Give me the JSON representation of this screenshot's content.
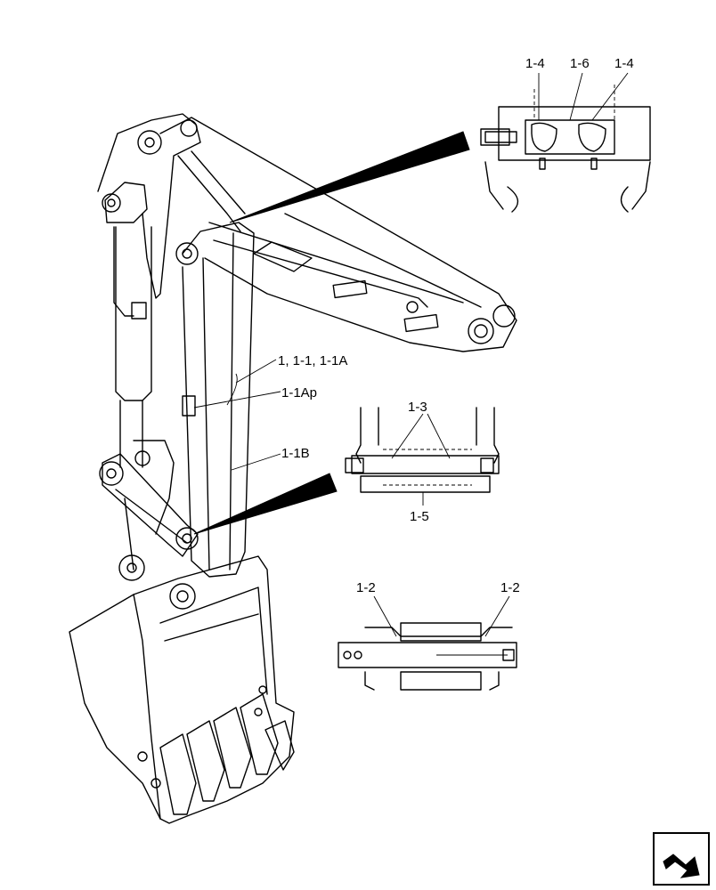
{
  "callouts": {
    "boom_top_left": "1-4",
    "boom_top_center": "1-6",
    "boom_top_right": "1-4",
    "arm_label": "1, 1-1, 1-1A",
    "arm_plate": "1-1Ap",
    "arm_lower": "1-1B",
    "link_top": "1-3",
    "link_bottom": "1-5",
    "bucket_left": "1-2",
    "bucket_right": "1-2"
  },
  "nav_icon": "next-page-arrow-icon"
}
